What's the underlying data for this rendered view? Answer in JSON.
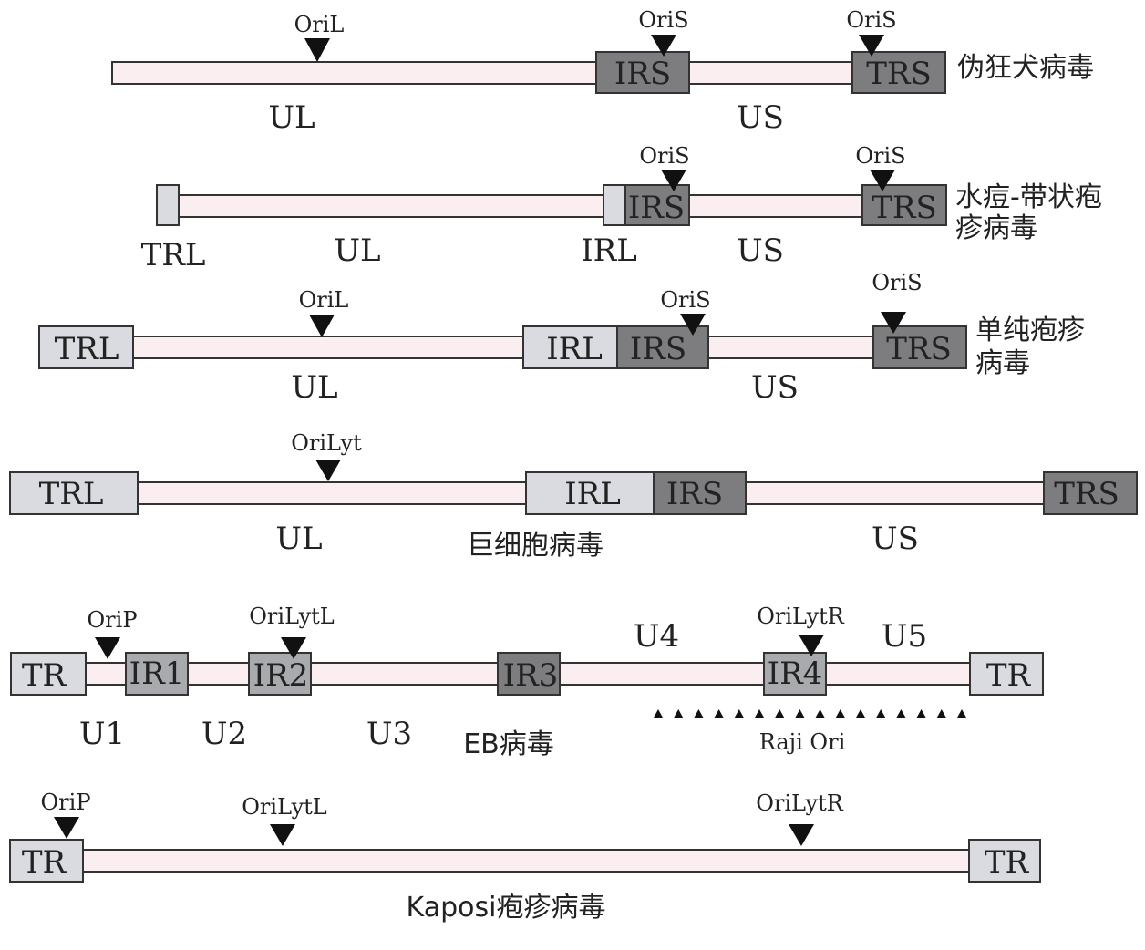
{
  "genomes": [
    {
      "name": "伪狂犬病毒",
      "segments": [
        "IRS",
        "TRS"
      ],
      "regions": [
        "UL",
        "US"
      ],
      "origins": [
        "OriL",
        "OriS",
        "OriS"
      ]
    },
    {
      "name_lines": [
        "水痘-带状疱",
        "疹病毒"
      ],
      "segments": [
        "IRS",
        "TRS"
      ],
      "regions": [
        "TRL",
        "UL",
        "IRL",
        "US"
      ],
      "origins": [
        "OriS",
        "OriS"
      ]
    },
    {
      "name_lines": [
        "单纯疱疹",
        "病毒"
      ],
      "segments": [
        "TRL",
        "IRL",
        "IRS",
        "TRS"
      ],
      "regions": [
        "UL",
        "US"
      ],
      "origins": [
        "OriL",
        "OriS",
        "OriS"
      ]
    },
    {
      "name": "巨细胞病毒",
      "segments": [
        "TRL",
        "IRL",
        "IRS",
        "TRS"
      ],
      "regions": [
        "UL",
        "US"
      ],
      "origins": [
        "OriLyt"
      ]
    },
    {
      "name": "EB病毒",
      "segments": [
        "TR",
        "IR1",
        "IR2",
        "IR3",
        "IR4",
        "TR"
      ],
      "regions": [
        "U1",
        "U2",
        "U3",
        "U4",
        "U5"
      ],
      "origins": [
        "OriP",
        "OriLytL",
        "OriLytR"
      ],
      "extra_label": "Raji Ori"
    },
    {
      "name": "Kaposi疱疹病毒",
      "segments": [
        "TR",
        "TR"
      ],
      "origins": [
        "OriP",
        "OriLytL",
        "OriLytR"
      ]
    }
  ],
  "colors": {
    "line_fill": "#fbeef0",
    "light_box": "#d9dbe0",
    "mid_box": "#a9aaae",
    "dark_box": "#7d7d80",
    "stroke": "#333333"
  }
}
